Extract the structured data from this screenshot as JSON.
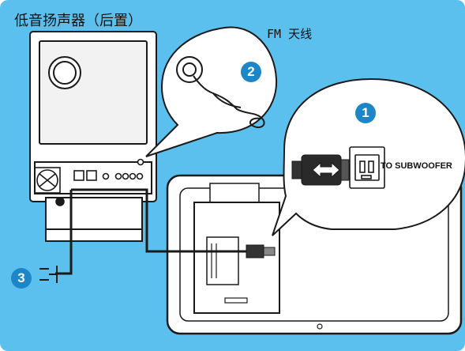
{
  "labels": {
    "subwoofer_title": "低音扬声器（后置）",
    "fm_antenna": "FM 天线",
    "to_subwoofer": "TO SUBWOOFER"
  },
  "steps": {
    "one": "1",
    "two": "2",
    "three": "3"
  },
  "colors": {
    "background": "#5bc0ee",
    "step_badge": "#1c86c6",
    "device_body": "#ffffff",
    "outline": "#1a1a1a"
  },
  "icons": {
    "subwoofer": "subwoofer-rear-panel-icon",
    "antenna": "fm-wire-antenna-icon",
    "connector": "double-arrow-plug-icon",
    "power_plug": "power-plug-icon"
  }
}
